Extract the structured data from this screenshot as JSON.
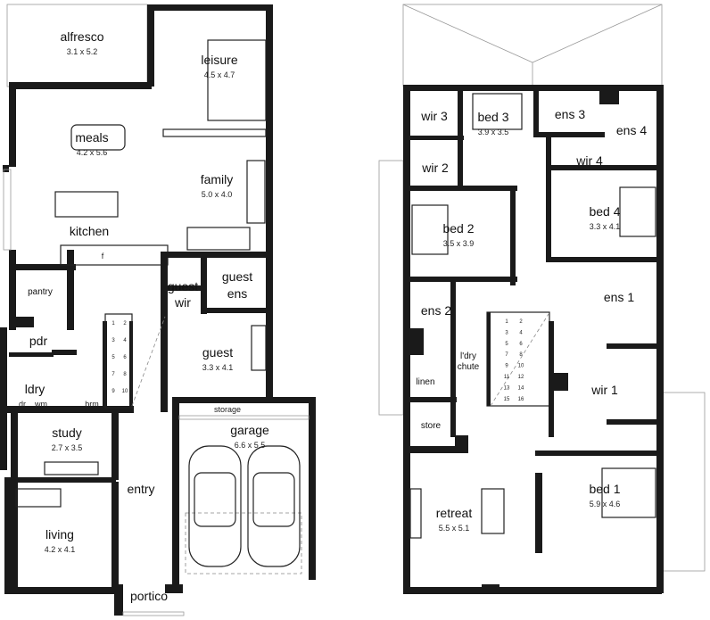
{
  "ground_floor": {
    "rooms": [
      {
        "name": "alfresco",
        "size": "3.1 x 5.2"
      },
      {
        "name": "leisure",
        "size": "4.5 x 4.7"
      },
      {
        "name": "meals",
        "size": "4.2 x 5.6"
      },
      {
        "name": "family",
        "size": "5.0 x 4.0"
      },
      {
        "name": "kitchen",
        "size": ""
      },
      {
        "name": "guest",
        "size": "3.3 x 4.1"
      },
      {
        "name": "study",
        "size": "2.7 x 3.5"
      },
      {
        "name": "garage",
        "size": "6.6 x 5.5"
      },
      {
        "name": "living",
        "size": "4.2 x 4.1"
      },
      {
        "name": "entry",
        "size": ""
      },
      {
        "name": "portico",
        "size": ""
      },
      {
        "name": "pdr",
        "size": ""
      },
      {
        "name": "ldry",
        "size": ""
      }
    ],
    "small_labels": [
      "pantry",
      "guest",
      "wir",
      "guest",
      "ens",
      "storage",
      "dr",
      "wm",
      "brm",
      "f"
    ],
    "stair_steps": [
      "1",
      "2",
      "3",
      "4",
      "5",
      "6",
      "7",
      "8",
      "9",
      "10"
    ]
  },
  "upper_floor": {
    "rooms": [
      {
        "name": "wir 3",
        "size": ""
      },
      {
        "name": "bed 3",
        "size": "3.9 x 3.5"
      },
      {
        "name": "ens 3",
        "size": ""
      },
      {
        "name": "ens 4",
        "size": ""
      },
      {
        "name": "wir 2",
        "size": ""
      },
      {
        "name": "wir 4",
        "size": ""
      },
      {
        "name": "bed 2",
        "size": "3.5 x 3.9"
      },
      {
        "name": "bed 4",
        "size": "3.3 x 4.1"
      },
      {
        "name": "ens 1",
        "size": ""
      },
      {
        "name": "ens 2",
        "size": ""
      },
      {
        "name": "wir 1",
        "size": ""
      },
      {
        "name": "retreat",
        "size": "5.5 x 5.1"
      },
      {
        "name": "bed 1",
        "size": "5.9 x 4.6"
      }
    ],
    "small_labels": [
      "l'dry",
      "chute",
      "linen",
      "store"
    ],
    "stair_steps": [
      "1",
      "2",
      "3",
      "4",
      "5",
      "6",
      "7",
      "8",
      "9",
      "10",
      "11",
      "12",
      "13",
      "14",
      "15",
      "16"
    ]
  }
}
